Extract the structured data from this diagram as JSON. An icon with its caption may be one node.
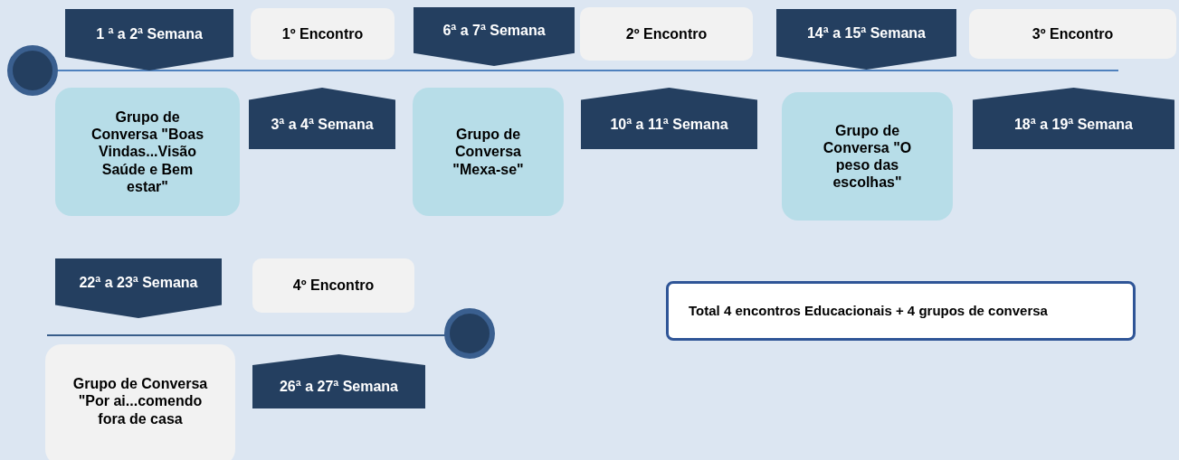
{
  "diagram": {
    "nodes": [
      {
        "text": [],
        "shape": "circle"
      },
      {
        "text": [
          "1 ª a 2ª Semana"
        ]
      },
      {
        "text": [
          "1º Encontro"
        ]
      },
      {
        "text": [
          "6ª a 7ª Semana"
        ]
      },
      {
        "text": [
          "2º Encontro"
        ]
      },
      {
        "text": [
          "14ª a 15ª Semana"
        ]
      },
      {
        "text": [
          "3º Encontro"
        ]
      },
      {
        "text": [
          "Grupo de Conversa \"Boas Vindas...Visão Saúde e Bem estar\""
        ]
      },
      {
        "text": [
          "3ª a 4ª Semana"
        ]
      },
      {
        "text": [
          "Grupo de Conversa \"Mexa-se\""
        ]
      },
      {
        "text": [
          "10ª a 11ª Semana"
        ]
      },
      {
        "text": [
          "Grupo de Conversa \"O peso das escolhas\""
        ]
      },
      {
        "text": [
          "18ª a 19ª Semana"
        ]
      },
      {
        "text": [
          "22ª a 23ª Semana"
        ]
      },
      {
        "text": [
          "4º Encontro"
        ]
      },
      {
        "text": [],
        "shape": "circle"
      },
      {
        "text": [
          "Total 4 encontros Educacionais + 4 grupos de conversa"
        ]
      },
      {
        "text": [
          "Grupo de Conversa \"Por ai...comendo fora de casa"
        ]
      },
      {
        "text": [
          "26ª a 27ª Semana"
        ]
      }
    ]
  }
}
